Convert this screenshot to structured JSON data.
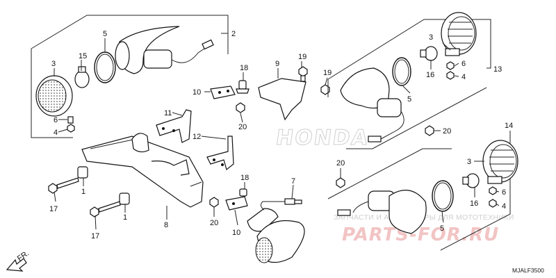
{
  "diagram": {
    "callouts": {
      "c1a": "1",
      "c1b": "1",
      "c2": "2",
      "c3a": "3",
      "c3b": "3",
      "c3c": "3",
      "c4a": "4",
      "c4b": "4",
      "c4c": "4",
      "c5a": "5",
      "c5b": "5",
      "c5c": "5",
      "c6a": "6",
      "c6b": "6",
      "c6c": "6",
      "c7": "7",
      "c8": "8",
      "c9": "9",
      "c10a": "10",
      "c10b": "10",
      "c11": "11",
      "c12": "12",
      "c13": "13",
      "c14": "14",
      "c15": "15",
      "c16a": "16",
      "c16b": "16",
      "c17a": "17",
      "c17b": "17",
      "c18a": "18",
      "c18b": "18",
      "c19a": "19",
      "c19b": "19",
      "c20a": "20",
      "c20b": "20",
      "c20c": "20",
      "c20d": "20"
    },
    "diagram_code": "MJALF3500",
    "direction_label": "FR.",
    "honda_mark": "HONDA",
    "watermark_text": "ЗАПЧАСТИ И АКСЕССУАРЫ ДЛЯ МОТОТЕХНИКИ",
    "watermark_logo": "PARTS-FOR.RU"
  }
}
